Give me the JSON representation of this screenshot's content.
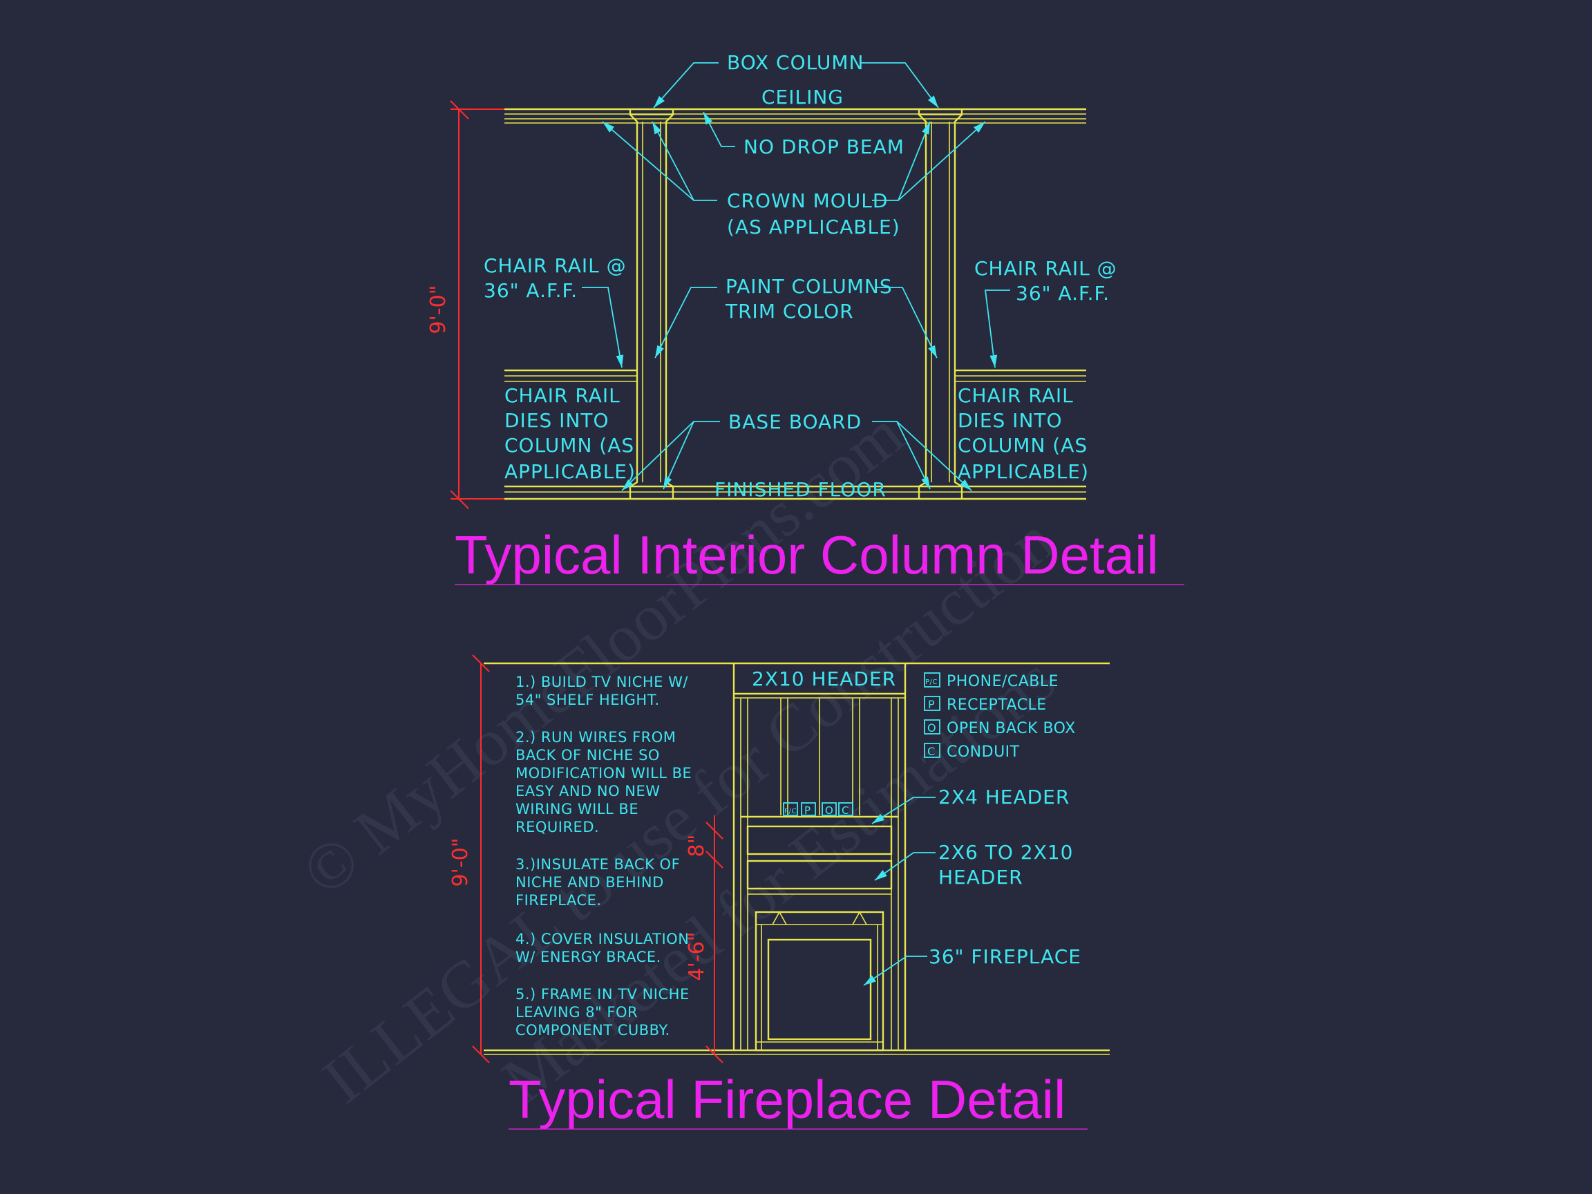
{
  "watermark": {
    "line1": "© MyHomeFloorPlans.com",
    "line2": "ILLEGAL to use for Construction",
    "line3": "Marketed for Estimations"
  },
  "column_detail": {
    "title": "Typical Interior Column Detail",
    "labels": {
      "box_column": "BOX COLUMN",
      "ceiling": "CEILING",
      "no_drop_beam": "NO DROP BEAM",
      "crown_mould_1": "CROWN MOULD",
      "crown_mould_2": "(AS APPLICABLE)",
      "chair_rail_left_1": "CHAIR RAIL @",
      "chair_rail_left_2": "36\" A.F.F.",
      "chair_rail_right_1": "CHAIR RAIL @",
      "chair_rail_right_2": "36\" A.F.F.",
      "paint_columns_1": "PAINT COLUMNS",
      "paint_columns_2": "TRIM COLOR",
      "dies_left": [
        "CHAIR RAIL",
        "DIES INTO",
        "COLUMN (AS",
        "APPLICABLE)"
      ],
      "dies_right": [
        "CHAIR RAIL",
        "DIES INTO",
        "COLUMN (AS",
        "APPLICABLE)"
      ],
      "base_board": "BASE BOARD",
      "finished_floor": "FINISHED FLOOR"
    },
    "height_dim": "9'-0\""
  },
  "fireplace_detail": {
    "title": "Typical Fireplace Detail",
    "notes": [
      [
        "1.) BUILD TV NICHE W/",
        "54\" SHELF HEIGHT."
      ],
      [
        "2.) RUN WIRES FROM",
        "BACK OF NICHE SO",
        "MODIFICATION WILL BE",
        "EASY AND NO NEW",
        "WIRING WILL BE",
        "REQUIRED."
      ],
      [
        "3.)INSULATE BACK OF",
        "NICHE AND BEHIND",
        "FIREPLACE."
      ],
      [
        "4.) COVER INSULATION",
        "W/ ENERGY BRACE."
      ],
      [
        "5.) FRAME IN TV NICHE",
        "LEAVING 8\" FOR",
        "COMPONENT CUBBY."
      ]
    ],
    "legend": [
      {
        "symbol": "P/C",
        "label": "PHONE/CABLE"
      },
      {
        "symbol": "P",
        "label": "RECEPTACLE"
      },
      {
        "symbol": "O",
        "label": "OPEN BACK BOX"
      },
      {
        "symbol": "C",
        "label": "CONDUIT"
      }
    ],
    "labels": {
      "header_2x10": "2X10 HEADER",
      "header_2x4": "2X4 HEADER",
      "header_2x6_1": "2X6 TO 2X10",
      "header_2x6_2": "HEADER",
      "fireplace": "36\" FIREPLACE"
    },
    "outlet_symbols": [
      "P/C",
      "P",
      "O",
      "C"
    ],
    "dims": {
      "overall": "9'-0\"",
      "cubby": "8\"",
      "fireplace_height": "4'-6\""
    }
  },
  "colors": {
    "background": "#272a3d",
    "linework": "#e8e64a",
    "annotation": "#3fe6f0",
    "title": "#ee22ee",
    "dimension": "#ff2b2b"
  }
}
